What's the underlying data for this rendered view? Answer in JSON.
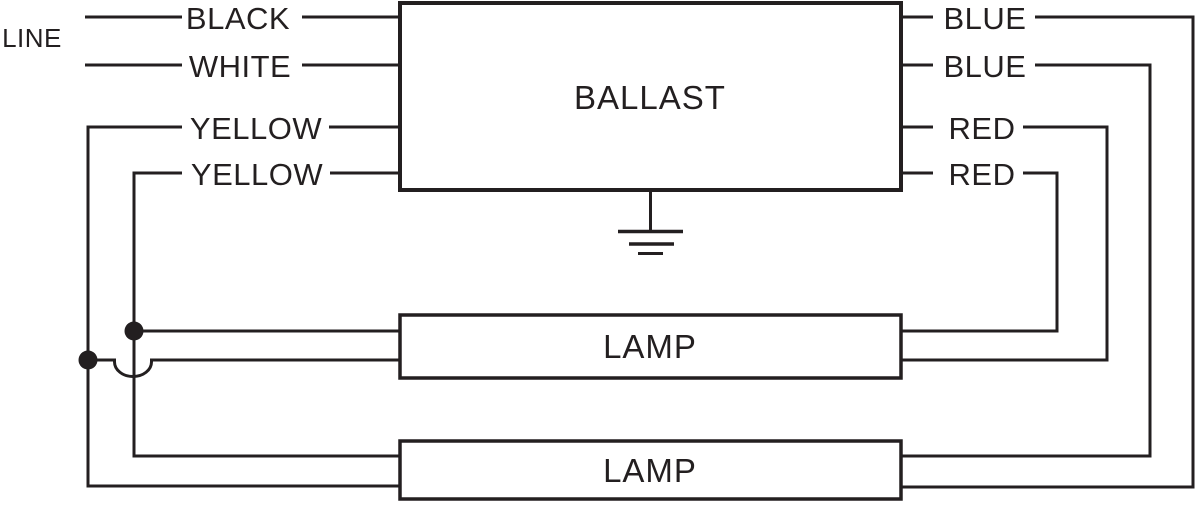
{
  "labels": {
    "line": "LINE",
    "ballast": "BALLAST",
    "lamp_top": "LAMP",
    "lamp_bottom": "LAMP"
  },
  "wires": {
    "left": [
      {
        "name": "black",
        "label": "BLACK"
      },
      {
        "name": "white",
        "label": "WHITE"
      },
      {
        "name": "yellow-1",
        "label": "YELLOW"
      },
      {
        "name": "yellow-2",
        "label": "YELLOW"
      }
    ],
    "right": [
      {
        "name": "blue-1",
        "label": "BLUE"
      },
      {
        "name": "blue-2",
        "label": "BLUE"
      },
      {
        "name": "red-1",
        "label": "RED"
      },
      {
        "name": "red-2",
        "label": "RED"
      }
    ]
  },
  "symbols": {
    "ground": "earth-ground",
    "junctions": 2,
    "wire_jump": "no-connection-hop"
  },
  "colors": {
    "ink": "#231f20",
    "background": "#ffffff"
  }
}
